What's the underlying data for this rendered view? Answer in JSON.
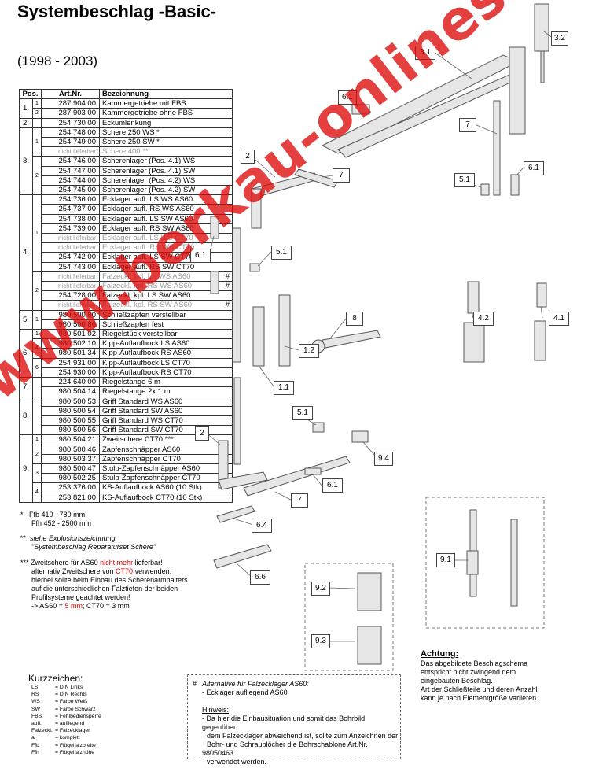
{
  "title": "Systembeschlag -Basic-",
  "years": "(1998 - 2003)",
  "table": {
    "headers": [
      "Pos.",
      "Art.Nr.",
      "Bezeichnung"
    ],
    "rows": [
      {
        "pos": "1.",
        "rs": 2,
        "sub": "1",
        "subrs": 1,
        "art": "287 904 00",
        "desc": "Kammergetriebe mit FBS"
      },
      {
        "sub": "2",
        "subrs": 1,
        "art": "287 903 00",
        "desc": "Kammergetriebe ohne FBS"
      },
      {
        "pos": "2.",
        "rs": 1,
        "sub": "",
        "subrs": 1,
        "art": "254 730 00",
        "desc": "Eckumlenkung"
      },
      {
        "pos": "3.",
        "rs": 7,
        "sub": "1",
        "subrs": 3,
        "art": "254 748 00",
        "desc": "Schere 250 WS *"
      },
      {
        "art": "254 749 00",
        "desc": "Schere 250 SW *"
      },
      {
        "art": "nicht lieferbar",
        "desc": "Schere 400 **",
        "gray": true
      },
      {
        "sub": "2",
        "subrs": 4,
        "art": "254 746 00",
        "desc": "Scherenlager (Pos. 4.1) WS"
      },
      {
        "art": "254 747 00",
        "desc": "Scherenlager (Pos. 4.1) SW"
      },
      {
        "art": "254 744 00",
        "desc": "Scherenlager (Pos. 4.2) WS"
      },
      {
        "art": "254 745 00",
        "desc": "Scherenlager (Pos. 4.2) SW"
      },
      {
        "pos": "4.",
        "rs": 12,
        "sub": "1",
        "subrs": 8,
        "art": "254 736 00",
        "desc": "Ecklager aufl. LS WS AS60"
      },
      {
        "art": "254 737 00",
        "desc": "Ecklager aufl. RS WS AS60"
      },
      {
        "art": "254 738 00",
        "desc": "Ecklager aufl. LS SW AS60"
      },
      {
        "art": "254 739 00",
        "desc": "Ecklager aufl. RS SW AS60"
      },
      {
        "art": "nicht lieferbar",
        "desc": "Ecklager aufl. LS WS CT70",
        "gray": true
      },
      {
        "art": "nicht lieferbar",
        "desc": "Ecklager aufl. RS WS CT70",
        "gray": true
      },
      {
        "art": "254 742 00",
        "desc": "Ecklager aufl. LS SW CT70"
      },
      {
        "art": "254 743 00",
        "desc": "Ecklager aufl. RS SW CT70"
      },
      {
        "sub": "2",
        "subrs": 4,
        "art": "nicht lieferbar",
        "desc": "Falzeckl. kpl. LS WS AS60",
        "gray": true,
        "hash": "#"
      },
      {
        "art": "nicht lieferbar",
        "desc": "Falzeckl. kpl. RS WS AS60",
        "gray": true,
        "hash": "#"
      },
      {
        "art": "254 728 00",
        "desc": "Falzeckl. kpl. LS SW AS60"
      },
      {
        "art": "nicht lieferbar",
        "desc": "Falzeckl. kpl. RS SW AS60",
        "gray": true,
        "hash": "#"
      },
      {
        "pos": "5.",
        "rs": 2,
        "sub": "1",
        "subrs": 2,
        "art": "980 500 80",
        "desc": "Schließzapfen verstellbar"
      },
      {
        "art": "980 500 86",
        "desc": "Schließzapfen fest"
      },
      {
        "pos": "6.",
        "rs": 5,
        "sub": "1",
        "subrs": 1,
        "art": "980 501 02",
        "desc": "Riegelstück verstellbar"
      },
      {
        "sub": "4",
        "subrs": 2,
        "art": "980 502 10",
        "desc": "Kipp-Auflaufbock LS AS60"
      },
      {
        "art": "980 501 34",
        "desc": "Kipp-Auflaufbock RS AS60"
      },
      {
        "sub": "6",
        "subrs": 2,
        "art": "254 931 00",
        "desc": "Kipp-Auflaufbock LS CT70"
      },
      {
        "art": "254 930 00",
        "desc": "Kipp-Auflaufbock RS CT70"
      },
      {
        "pos": "7.",
        "rs": 2,
        "sub": "",
        "subrs": 2,
        "art": "224 640 00",
        "desc": "Riegelstange 6 m"
      },
      {
        "art": "980 504 14",
        "desc": "Riegelstange 2x 1 m"
      },
      {
        "pos": "8.",
        "rs": 4,
        "sub": "",
        "subrs": 4,
        "art": "980 500 53",
        "desc": "Griff Standard WS AS60"
      },
      {
        "art": "980 500 54",
        "desc": "Griff Standard SW AS60"
      },
      {
        "art": "980 500 55",
        "desc": "Griff Standard WS CT70"
      },
      {
        "art": "980 500 56",
        "desc": "Griff Standard SW CT70"
      },
      {
        "pos": "9.",
        "rs": 7,
        "sub": "1",
        "subrs": 1,
        "art": "980 504 21",
        "desc": "Zweitschere CT70 ***"
      },
      {
        "sub": "2",
        "subrs": 2,
        "art": "980 500 46",
        "desc": "Zapfenschnäpper AS60"
      },
      {
        "art": "980 503 37",
        "desc": "Zapfenschnäpper CT70"
      },
      {
        "sub": "3",
        "subrs": 2,
        "art": "980 500 47",
        "desc": "Stulp-Zapfenschnäpper AS60"
      },
      {
        "art": "980 502 25",
        "desc": "Stulp-Zapfenschnäpper CT70"
      },
      {
        "sub": "4",
        "subrs": 2,
        "art": "253 376 00",
        "desc": "KS-Auflaufbock AS60 (10 Stk)"
      },
      {
        "art": "253 821 00",
        "desc": "KS-Auflaufbock CT70 (10 Stk)"
      }
    ]
  },
  "notes": {
    "ffb_star": "*",
    "ffb_line1": "Ffb 410  -   780 mm",
    "ffb_line2": "Ffh 452  - 2500 mm",
    "expl_star": "**",
    "expl_line1": "siehe Explosionszeichnung:",
    "expl_line2": "\"Systembeschlag Reparaturset Schere\"",
    "zw_star": "***",
    "zw_line1a": "Zweitschere für AS60 ",
    "zw_line1b": "nicht mehr",
    "zw_line1c": " lieferbar!",
    "zw_line2a": "alternativ Zweitschere von ",
    "zw_line2b": "CT70",
    "zw_line2c": " verwenden;",
    "zw_line3": "hierbei sollte beim Einbau des Scherenarmhalters",
    "zw_line4": "auf die unterschiedlichen Falztiefen der beiden",
    "zw_line5": "Profilsysteme geachtet werden!",
    "zw_line6a": "-> AS60 = ",
    "zw_line6b": "5 mm",
    "zw_line6c": "; CT70 = 3 mm"
  },
  "kurzzeichen": {
    "title": "Kurzzeichen:",
    "items": [
      {
        "k": "LS",
        "v": "= DIN Links"
      },
      {
        "k": "RS",
        "v": "= DIN Rechts"
      },
      {
        "k": "WS",
        "v": "= Farbe Weiß"
      },
      {
        "k": "SW",
        "v": "= Farbe Schwarz"
      },
      {
        "k": "FBS",
        "v": "= Fehlbediensperre"
      },
      {
        "k": "aufl.",
        "v": "= aufliegend"
      },
      {
        "k": "Falzeckl.",
        "v": "= Falzecklager"
      },
      {
        "k": "a.",
        "v": "= komplett"
      },
      {
        "k": "Ffb",
        "v": "= Flügelfalzbreite"
      },
      {
        "k": "Ffh",
        "v": "= Flügelfalzhöhe"
      }
    ]
  },
  "alt": {
    "hash": "#",
    "line1": "Alternative für Falzecklager AS60:",
    "line2": "- Ecklager aufliegend AS60",
    "hinweis": "Hinweis:",
    "h1": "- Da hier die Einbausituation und somit das Bohrbild gegenüber",
    "h2": "dem Falzecklager abweichend ist, sollte zum Anzeichnen der",
    "h3": "Bohr- und Schraublöcher die Bohrschablone Art.Nr. 98050463",
    "h4": "verwendet werden."
  },
  "achtung": {
    "title": "Achtung:",
    "l1": "Das abgebildete Beschlagschema",
    "l2": "entspricht nicht zwingend dem",
    "l3": "eingebauten Beschlag.",
    "l4": "Art der Schließteile und deren Anzahl",
    "l5": "kann je nach Elementgröße variieren."
  },
  "labels": {
    "l3_1": "3.1",
    "l3_2": "3.2",
    "l6_1a": "6.1",
    "l7a": "7",
    "l2a": "2",
    "l7b": "7",
    "l5_1a": "5.1",
    "l6_1b": "6.1",
    "l6_1c": "6.1",
    "l5_1b": "5.1",
    "l8": "8",
    "l4_2": "4.2",
    "l4_1": "4.1",
    "l1_2": "1.2",
    "l1_1": "1.1",
    "l5_1c": "5.1",
    "l2b": "2",
    "l9_4": "9.4",
    "l6_1d": "6.1",
    "l7c": "7",
    "l6_4": "6.4",
    "l6_6": "6.6",
    "l9_1": "9.1",
    "l9_2": "9.2",
    "l9_3": "9.3"
  },
  "watermark": "www.berkau-onlineshop.de"
}
